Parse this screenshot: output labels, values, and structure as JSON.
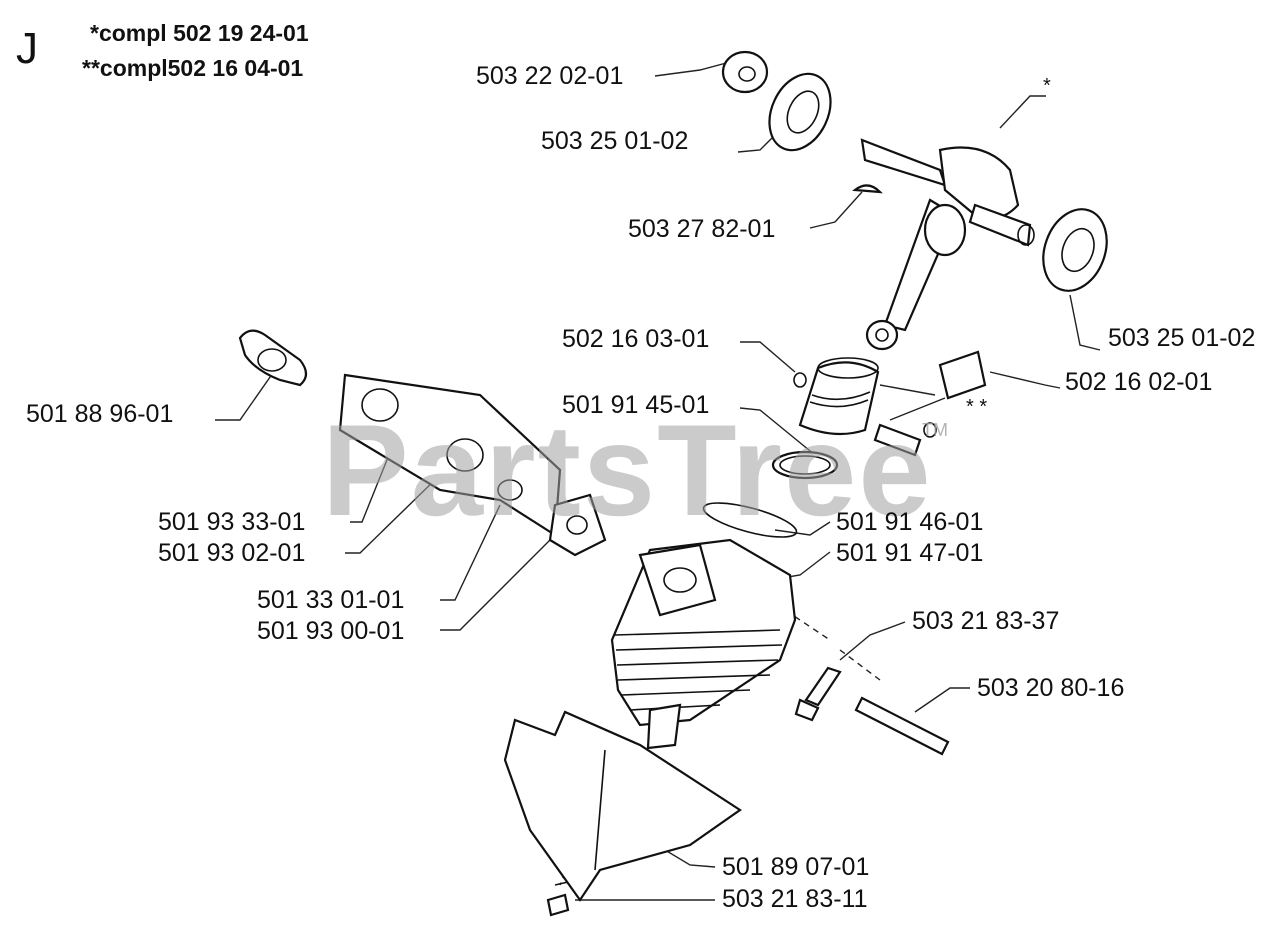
{
  "header": {
    "section_letter": "J",
    "kit_line_1": "*compl 502 19 24-01",
    "kit_line_2": "**compl502 16 04-01"
  },
  "markers": {
    "single_star": "*",
    "double_star": "* *"
  },
  "watermark": {
    "text": "PartsTree",
    "trademark": "TM"
  },
  "parts": [
    {
      "id": "nut",
      "number": "503 22 02-01"
    },
    {
      "id": "bearing-top",
      "number": "503 25 01-02"
    },
    {
      "id": "key",
      "number": "503 27 82-01"
    },
    {
      "id": "bearing-right",
      "number": "503 25 01-02"
    },
    {
      "id": "circlip",
      "number": "502 16 03-01"
    },
    {
      "id": "needle-bearing",
      "number": "502 16 02-01"
    },
    {
      "id": "piston-ring",
      "number": "501 91 45-01"
    },
    {
      "id": "intake-gasket",
      "number": "501 88 96-01"
    },
    {
      "id": "cylinder-gasket",
      "number": "501 91 46-01"
    },
    {
      "id": "cylinder",
      "number": "501 91 47-01"
    },
    {
      "id": "carb-part-a",
      "number": "501 93 33-01"
    },
    {
      "id": "carb-part-b",
      "number": "501 93 02-01"
    },
    {
      "id": "insulator",
      "number": "501 33 01-01"
    },
    {
      "id": "flange-gasket",
      "number": "501 93 00-01"
    },
    {
      "id": "screw-cylinder",
      "number": "503 21 83-37"
    },
    {
      "id": "stud-bolt",
      "number": "503 20 80-16"
    },
    {
      "id": "cylinder-cover",
      "number": "501 89 07-01"
    },
    {
      "id": "screw-cover",
      "number": "503 21 83-11"
    }
  ]
}
